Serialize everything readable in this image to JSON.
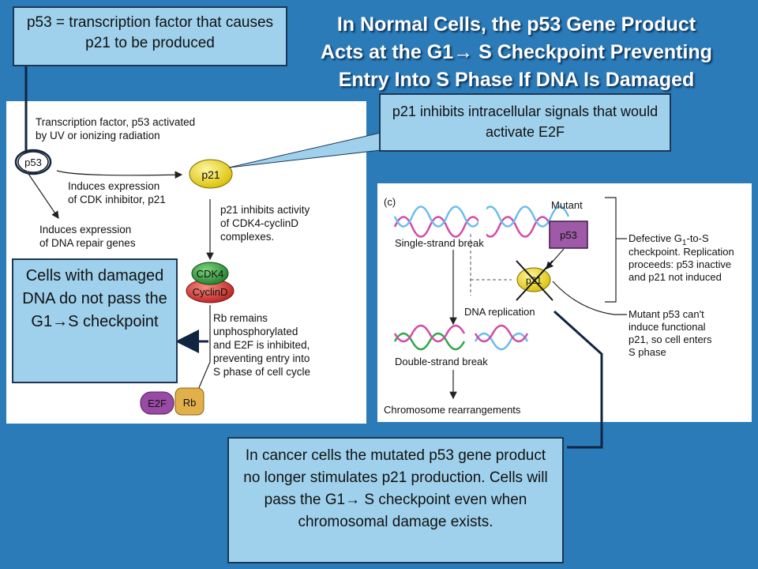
{
  "title": {
    "line1": "In Normal Cells, the p53 Gene Product",
    "line2_pre": "Acts at the G1",
    "line2_post": " S Checkpoint  Preventing",
    "line3": "Entry Into S Phase If DNA Is Damaged"
  },
  "callouts": {
    "p53_definition": "p53 = transcription factor that causes p21 to be produced",
    "p21_inhibits": "p21 inhibits intracellular signals that would activate E2F",
    "damaged_pre": "Cells with damaged DNA do not pass the G1",
    "damaged_post": "S checkpoint",
    "cancer_pre": "In cancer cells the mutated p53 gene product no longer stimulates p21 production. Cells will pass the G1",
    "cancer_post": " S checkpoint even when chromosomal damage exists."
  },
  "left_panel": {
    "activated_line1": "Transcription factor, p53 activated",
    "activated_line2": "by UV or ionizing radiation",
    "p53_label": "p53",
    "p21_label": "p21",
    "induces_cdk_line1": "Induces expression",
    "induces_cdk_line2": "of CDK inhibitor, p21",
    "induces_repair_line1": "Induces expression",
    "induces_repair_line2": "of DNA repair genes",
    "p21_activity_line1": "p21 inhibits activity",
    "p21_activity_line2": "of CDK4-cyclinD",
    "p21_activity_line3": "complexes.",
    "cdk4_label": "CDK4",
    "cyclind_label": "CyclinD",
    "rb_text_line1": "Rb remains",
    "rb_text_line2": "unphosphorylated",
    "rb_text_line3": "and E2F is inhibited,",
    "rb_text_line4": "preventing entry into",
    "rb_text_line5": "S phase of cell cycle",
    "e2f_label": "E2F",
    "rb_label": "Rb"
  },
  "right_panel": {
    "panel_tag": "(c)",
    "mutant_label": "Mutant",
    "p53_label": "p53",
    "p21_label": "p21",
    "single_strand_break": "Single-strand break",
    "dna_replication": "DNA replication",
    "double_strand_break": "Double-strand break",
    "chromosome_rearrangements": "Chromosome rearrangements",
    "defective_line1_pre": "Defective G",
    "defective_line1_sub": "1",
    "defective_line1_post": "-to-S",
    "defective_line2": "checkpoint. Replication",
    "defective_line3": "proceeds: p53 inactive",
    "defective_line4": "and p21 not induced",
    "mutant_cant_line1": "Mutant p53 can't",
    "mutant_cant_line2": "induce functional",
    "mutant_cant_line3": "p21, so cell enters",
    "mutant_cant_line4": "S phase"
  },
  "colors": {
    "background": "#2a7bb8",
    "callout_fill": "#9fd1ec",
    "callout_border": "#1c3756",
    "p21_yellow": "#e6cf0f",
    "cdk4_green": "#2f9a3c",
    "cyclind_red": "#d8342f",
    "e2f_purple": "#9a4aa5",
    "rb_tan": "#e2b04a",
    "mutant_p53_purple": "#9e5aa6"
  }
}
